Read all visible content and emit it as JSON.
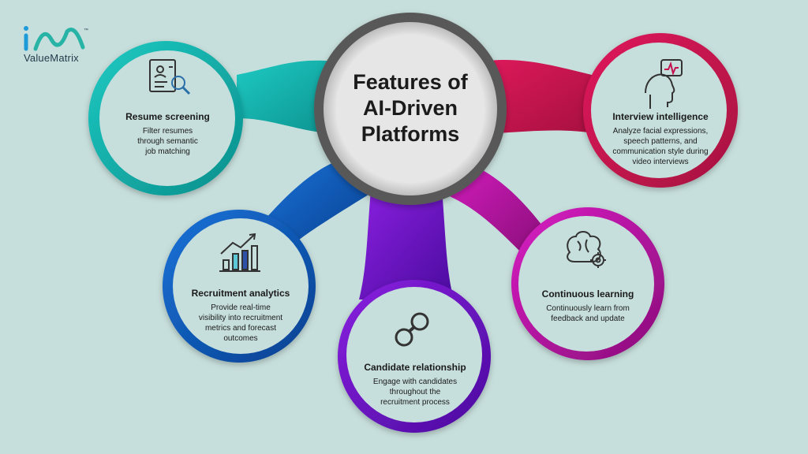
{
  "logo": {
    "name": "ValueMatrix",
    "tm": "™"
  },
  "center": {
    "line1": "Features of",
    "line2": "AI-Driven",
    "line3": "Platforms"
  },
  "features": [
    {
      "title": "Resume screening",
      "desc": [
        "Filter resumes",
        "through semantic",
        "job matching"
      ],
      "color": "#16b2ad",
      "icon": "resume-search-icon"
    },
    {
      "title": "Interview intelligence",
      "desc": [
        "Analyze facial expressions,",
        "speech patterns, and",
        "communication style during",
        "video interviews"
      ],
      "color": "#c4114e",
      "icon": "head-speech-icon"
    },
    {
      "title": "Recruitment analytics",
      "desc": [
        "Provide real-time",
        "visibility into recruitment",
        "metrics and forecast",
        "outcomes"
      ],
      "color": "#0b55b3",
      "icon": "bar-chart-growth-icon"
    },
    {
      "title": "Candidate relationship",
      "desc": [
        "Engage with candidates",
        "throughout the",
        "recruitment process"
      ],
      "color": "#6a0fc6",
      "icon": "chain-link-icon"
    },
    {
      "title": "Continuous learning",
      "desc": [
        "Continuously learn from",
        "feedback and update"
      ],
      "color": "#b1169f",
      "icon": "brain-gear-icon"
    }
  ]
}
